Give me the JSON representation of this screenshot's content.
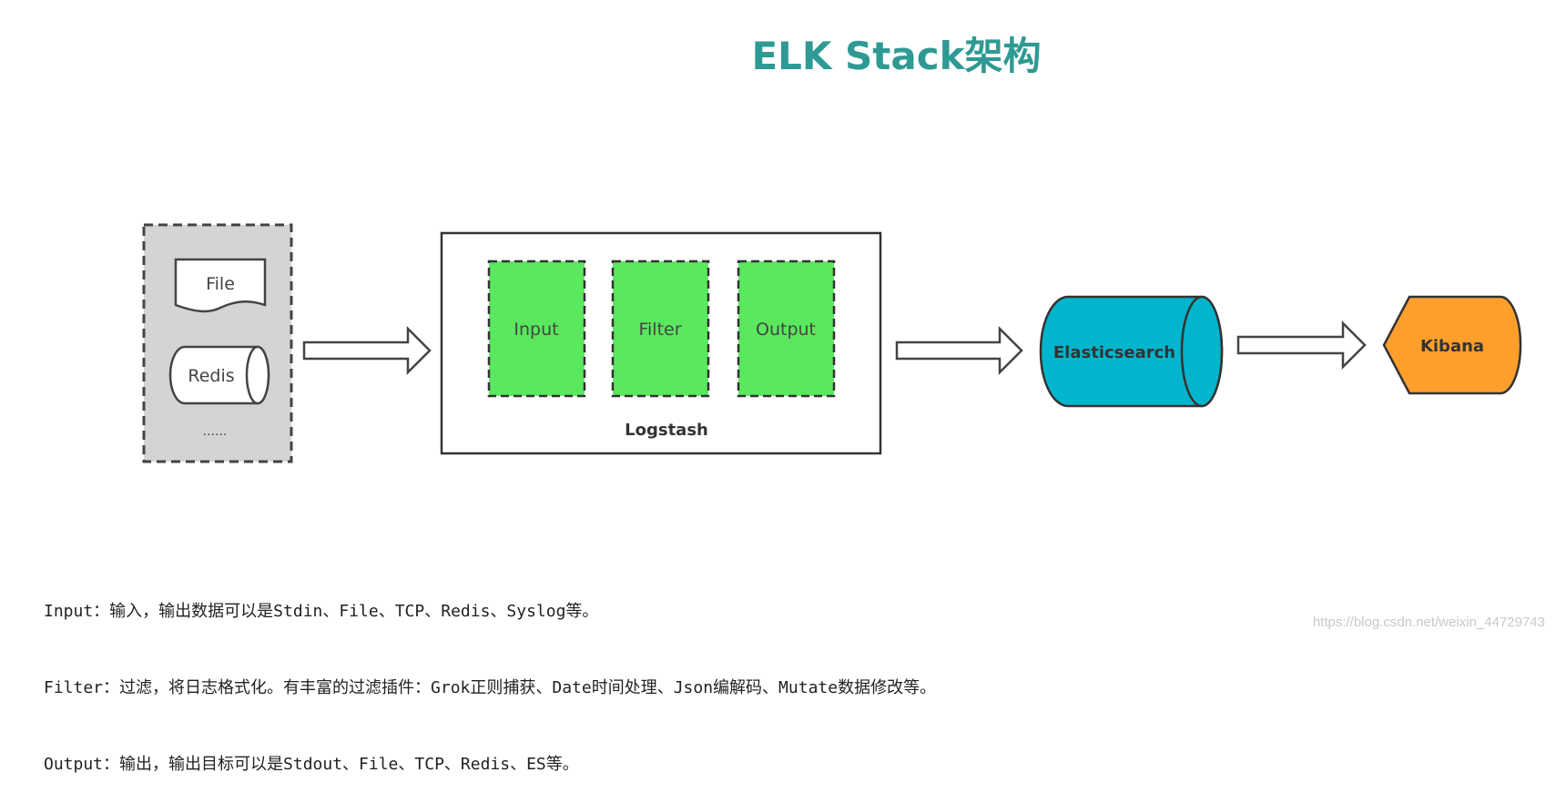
{
  "title": "ELK Stack架构",
  "sources": {
    "items": [
      "File",
      "Redis"
    ],
    "more": "......"
  },
  "logstash": {
    "label": "Logstash",
    "stages": [
      "Input",
      "Filter",
      "Output"
    ]
  },
  "elasticsearch": {
    "label": "Elasticsearch"
  },
  "kibana": {
    "label": "Kibana"
  },
  "colors": {
    "title": "#2e9a93",
    "stage_fill": "#5ae85e",
    "source_panel": "#d3d4d3",
    "elasticsearch": "#00b5cc",
    "kibana": "#fe9f2c"
  },
  "descriptions": [
    "Input：输入，输出数据可以是Stdin、File、TCP、Redis、Syslog等。",
    "Filter：过滤，将日志格式化。有丰富的过滤插件：Grok正则捕获、Date时间处理、Json编解码、Mutate数据修改等。",
    "Output：输出，输出目标可以是Stdout、File、TCP、Redis、ES等。"
  ],
  "watermark": "https://blog.csdn.net/weixin_44729743"
}
